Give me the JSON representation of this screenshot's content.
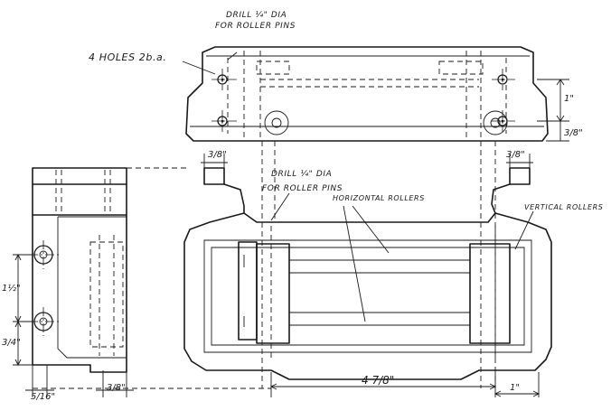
{
  "notes": {
    "drill_top_1": "DRILL ¼\" DIA",
    "drill_top_2": "FOR ROLLER PINS",
    "holes": "4 HOLES 2b.a.",
    "drill_mid_1": "DRILL ¼\" DIA",
    "drill_mid_2": "FOR ROLLER PINS",
    "horizontal_rollers": "HORIZONTAL ROLLERS",
    "vertical_rollers": "VERTICAL ROLLERS"
  },
  "dimensions": {
    "top_right_height": "1\"",
    "top_right_base": "3/8\"",
    "lug_left": "3/8\"",
    "lug_right": "3/8\"",
    "side_1_5": "1½\"",
    "side_3_4": "3/4\"",
    "side_5_16": "5/16\"",
    "side_3_8": "3/8\"",
    "overall_length": "4 7/8\"",
    "roller_end": "1\""
  }
}
